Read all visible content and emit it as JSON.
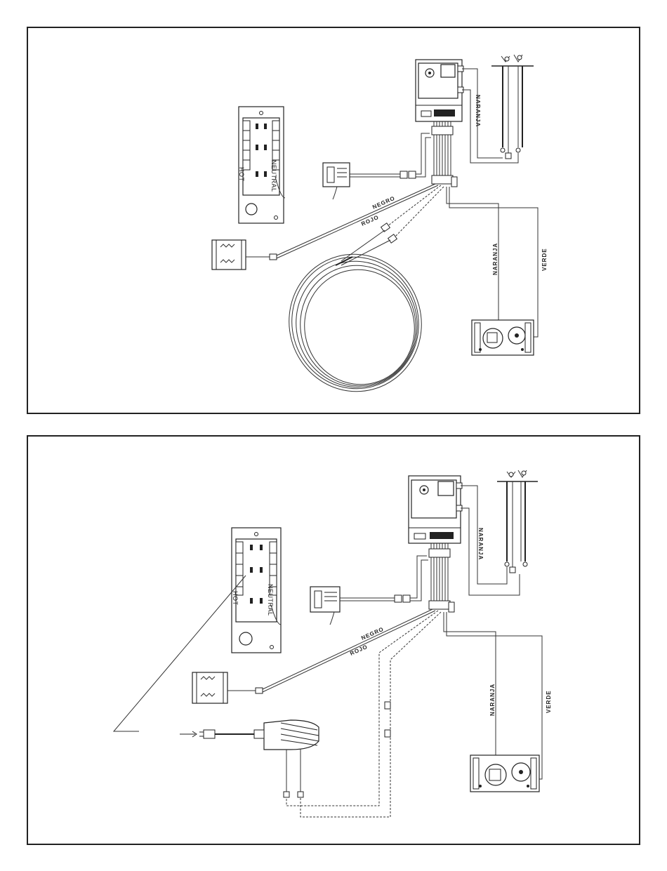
{
  "labels": {
    "naranja": "NARANJA",
    "verde": "VERDE",
    "negro": "NEGRO",
    "rojo": "ROJO",
    "hot": "HOT",
    "neutral": "NEUTRAL"
  },
  "icons": [
    "control-module",
    "igniter-pilot-assembly",
    "receptacle-box",
    "remote-receiver",
    "battery-pack",
    "wire-coil",
    "gas-valve",
    "ac-adapter"
  ]
}
